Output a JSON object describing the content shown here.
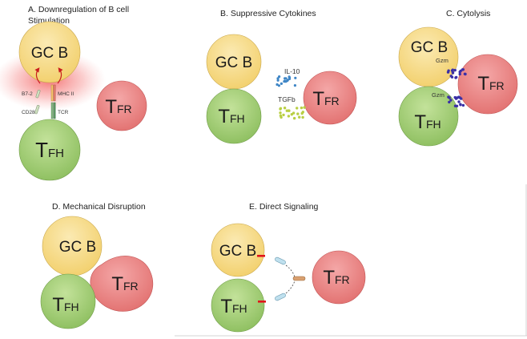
{
  "panels": {
    "a": {
      "title_line1": "A. Downregulation of B cell",
      "title_line2": "Stimulation",
      "gcb": "GC B",
      "tfh_main": "T",
      "tfh_sub": "FH",
      "tfr_main": "T",
      "tfr_sub": "FR",
      "b72": "B7-2",
      "mhc": "MHC II",
      "cd28": "CD28",
      "tcr": "TCR"
    },
    "b": {
      "title": "B. Suppressive Cytokines",
      "gcb": "GC B",
      "tfh_main": "T",
      "tfh_sub": "FH",
      "tfr_main": "T",
      "tfr_sub": "FR",
      "il10": "IL-10",
      "tgfb": "TGFb"
    },
    "c": {
      "title": "C. Cytolysis",
      "gcb": "GC B",
      "tfh_main": "T",
      "tfh_sub": "FH",
      "tfr_main": "T",
      "tfr_sub": "FR",
      "gzm1": "Gzm",
      "gzm2": "Gzm"
    },
    "d": {
      "title": "D. Mechanical Disruption",
      "gcb": "GC B",
      "tfh_main": "T",
      "tfh_sub": "FH",
      "tfr_main": "T",
      "tfr_sub": "FR"
    },
    "e": {
      "title": "E. Direct Signaling",
      "gcb": "GC B",
      "tfh_main": "T",
      "tfh_sub": "FH",
      "tfr_main": "T",
      "tfr_sub": "FR"
    }
  },
  "colors": {
    "gcb_fill": "#f7dd8f",
    "tfh_fill": "#a9d27e",
    "tfr_fill": "#ec8c8c",
    "glow": "#f26b6b",
    "il10_dots": "#3f86c6",
    "tgfb_dots": "#b9cf44",
    "gzm_dots": "#3a2fa6",
    "bar_red": "#e0141a",
    "receptor_blue": "#bfe0ee",
    "ligand_orange": "#d9a070"
  }
}
